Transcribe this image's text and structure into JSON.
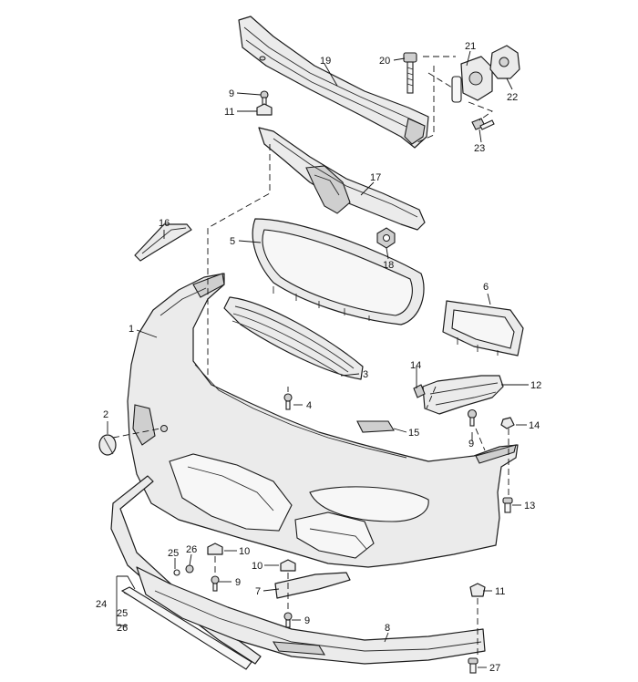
{
  "callouts": {
    "c1": "1",
    "c2": "2",
    "c3": "3",
    "c4": "4",
    "c5": "5",
    "c6": "6",
    "c7": "7",
    "c8": "8",
    "c9a": "9",
    "c9b": "9",
    "c9c": "9",
    "c9d": "9",
    "c10a": "10",
    "c10b": "10",
    "c11a": "11",
    "c11b": "11",
    "c12": "12",
    "c13": "13",
    "c14a": "14",
    "c14b": "14",
    "c15": "15",
    "c16": "16",
    "c17": "17",
    "c18": "18",
    "c19": "19",
    "c20": "20",
    "c21": "21",
    "c22": "22",
    "c23": "23",
    "c24": "24",
    "c25a": "25",
    "c25b": "25",
    "c26a": "26",
    "c26b": "26",
    "c27": "27"
  }
}
